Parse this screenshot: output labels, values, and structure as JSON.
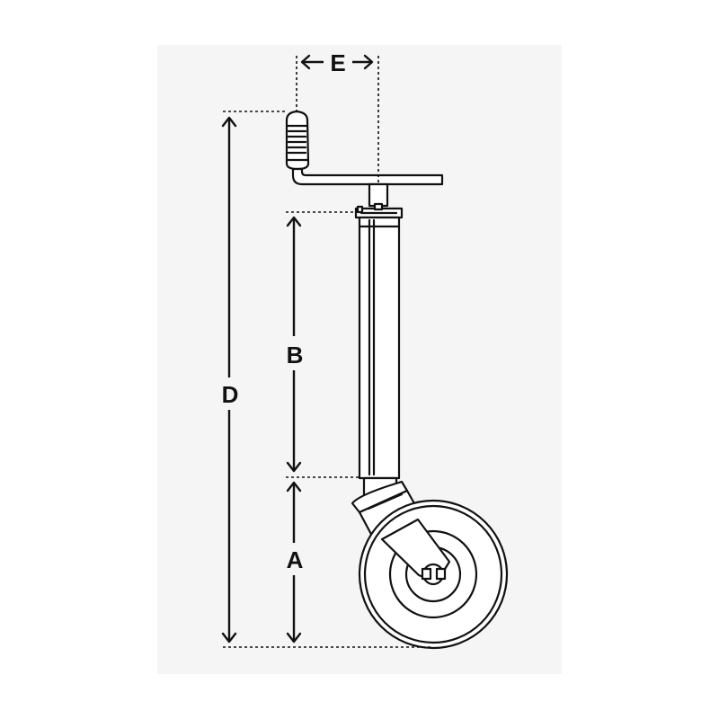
{
  "colors": {
    "background": "#f5f5f5",
    "page": "#ffffff",
    "ink": "#111111"
  },
  "dimensions": {
    "a": "A",
    "b": "B",
    "d": "D",
    "e": "E"
  }
}
